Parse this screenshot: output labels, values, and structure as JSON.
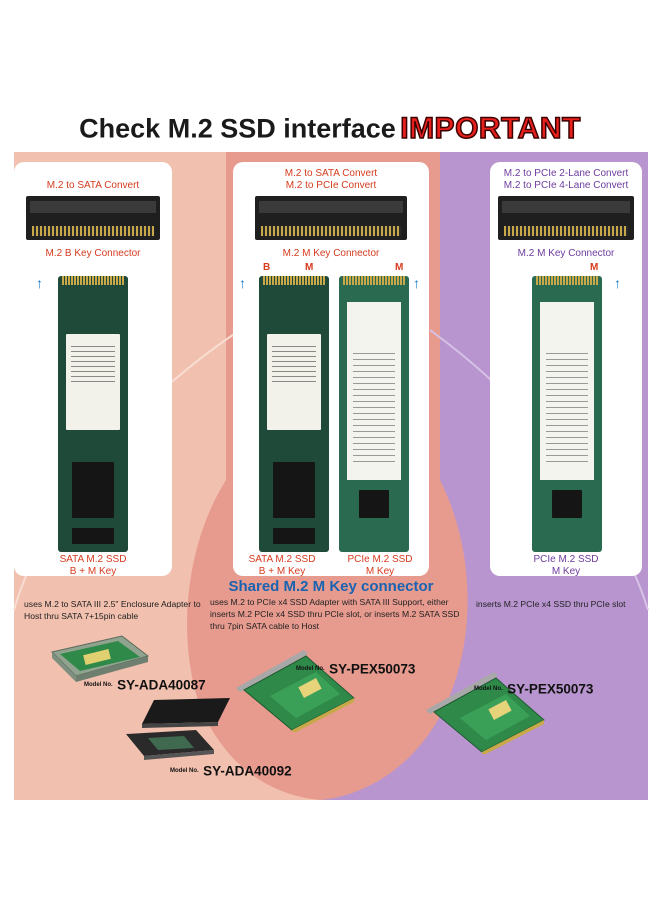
{
  "title": {
    "main": "Check M.2 SSD interface",
    "emphasis": "IMPORTANT"
  },
  "colors": {
    "left_zone": "#f2c0ae",
    "middle_zone": "#e79b8f",
    "right_zone": "#b895cf",
    "red_text": "#d63b1e",
    "purple_text": "#6d3c9e",
    "blue_text": "#1a63b0"
  },
  "left_panel": {
    "convert_line1": "M.2 to SATA Convert",
    "connector_label": "M.2 B Key Connector",
    "ssd_label1": "SATA M.2 SSD",
    "ssd_label2": "B + M Key"
  },
  "middle_panel": {
    "convert_line1": "M.2 to SATA Convert",
    "convert_line2": "M.2 to PCIe Convert",
    "connector_label": "M.2 M Key Connector",
    "key_b": "B",
    "key_m1": "M",
    "key_m2": "M",
    "ssd1_label1": "SATA M.2 SSD",
    "ssd1_label2": "B + M Key",
    "ssd2_label1": "PCIe M.2 SSD",
    "ssd2_label2": "M Key"
  },
  "right_panel": {
    "convert_line1": "M.2 to PCIe 2-Lane Convert",
    "convert_line2": "M.2 to PCIe 4-Lane Convert",
    "connector_label": "M.2 M Key Connector",
    "key_m": "M",
    "ssd_label1": "PCIe M.2 SSD",
    "ssd_label2": "M Key"
  },
  "shared_heading": "Shared M.2 M Key connector",
  "left_description": "uses M.2 to SATA III 2.5\" Enclosure Adapter to Host thru SATA 7+15pin cable",
  "middle_description": "uses M.2 to PCIe x4 SSD Adapter with SATA III Support, either inserts M.2 PCIe x4 SSD thru PCIe slot, or inserts M.2 SATA SSD thru 7pin SATA cable to Host",
  "right_description": "inserts M.2 PCIe x4 SSD thru PCIe slot",
  "models": {
    "prefix": "Model No.",
    "ada40087": "SY-ADA40087",
    "ada40092": "SY-ADA40092",
    "pex_middle": "SY-PEX50073",
    "pex_right": "SY-PEX50073"
  }
}
